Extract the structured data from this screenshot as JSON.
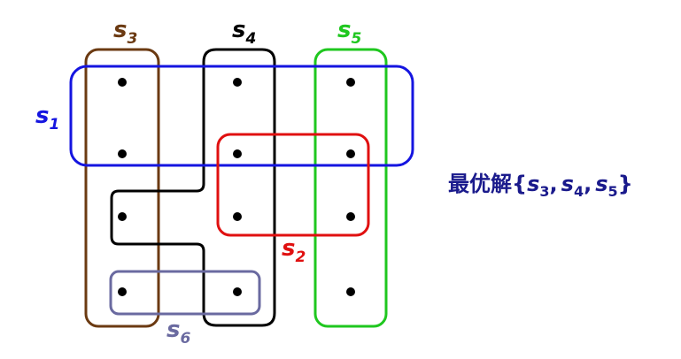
{
  "sets": [
    {
      "id": "s1",
      "label": "s",
      "sub": "1",
      "color": "#1515e0"
    },
    {
      "id": "s2",
      "label": "s",
      "sub": "2",
      "color": "#e01010"
    },
    {
      "id": "s3",
      "label": "s",
      "sub": "3",
      "color": "#6b3a12"
    },
    {
      "id": "s4",
      "label": "s",
      "sub": "4",
      "color": "#000000"
    },
    {
      "id": "s5",
      "label": "s",
      "sub": "5",
      "color": "#1fc71f"
    },
    {
      "id": "s6",
      "label": "s",
      "sub": "6",
      "color": "#6a6aa0"
    }
  ],
  "solution": {
    "prefix": "最优解",
    "open": "{",
    "items": [
      {
        "label": "s",
        "sub": "3"
      },
      {
        "label": "s",
        "sub": "4"
      },
      {
        "label": "s",
        "sub": "5"
      }
    ],
    "separator": ",",
    "close": "}",
    "color": "#1a1a8c"
  }
}
